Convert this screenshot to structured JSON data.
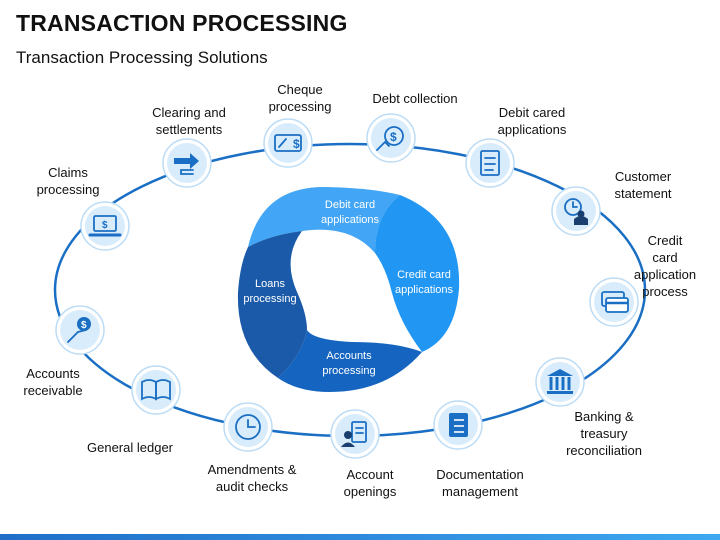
{
  "header": {
    "title": "TRANSACTION PROCESSING",
    "subtitle": "Transaction Processing Solutions"
  },
  "colors": {
    "ring": "#1a6fc4",
    "node_fill": "#d9ecfb",
    "node_ring": "#bcdcf6",
    "icon": "#1a6fc4",
    "petal_top": "#42a5f5",
    "petal_right": "#2196f3",
    "petal_bottom": "#1565c0",
    "petal_left": "#1a5aa8"
  },
  "cycle": {
    "petal_top": "Debit card\napplications",
    "petal_right": "Credit card\napplications",
    "petal_bottom": "Accounts\nprocessing",
    "petal_left": "Loans\nprocessing"
  },
  "nodes": [
    {
      "label": "Cheque\nprocessing",
      "icon": "cheque-icon"
    },
    {
      "label": "Debt collection",
      "icon": "money-bag-icon"
    },
    {
      "label": "Debit cared\napplications",
      "icon": "document-icon"
    },
    {
      "label": "Customer\nstatement",
      "icon": "customer-clock-icon"
    },
    {
      "label": "Credit card\napplication\nprocess",
      "icon": "credit-card-icon"
    },
    {
      "label": "Banking &\ntreasury\nreconciliation",
      "icon": "bank-icon"
    },
    {
      "label": "Documentation\nmanagement",
      "icon": "notebook-icon"
    },
    {
      "label": "Account\nopenings",
      "icon": "person-form-icon"
    },
    {
      "label": "Amendments &\naudit checks",
      "icon": "clock-icon"
    },
    {
      "label": "General ledger",
      "icon": "open-book-icon"
    },
    {
      "label": "Accounts\nreceivable",
      "icon": "hand-dollar-icon"
    },
    {
      "label": "Claims\nprocessing",
      "icon": "laptop-icon"
    },
    {
      "label": "Clearing and\nsettlements",
      "icon": "transfer-arrows-icon"
    }
  ]
}
